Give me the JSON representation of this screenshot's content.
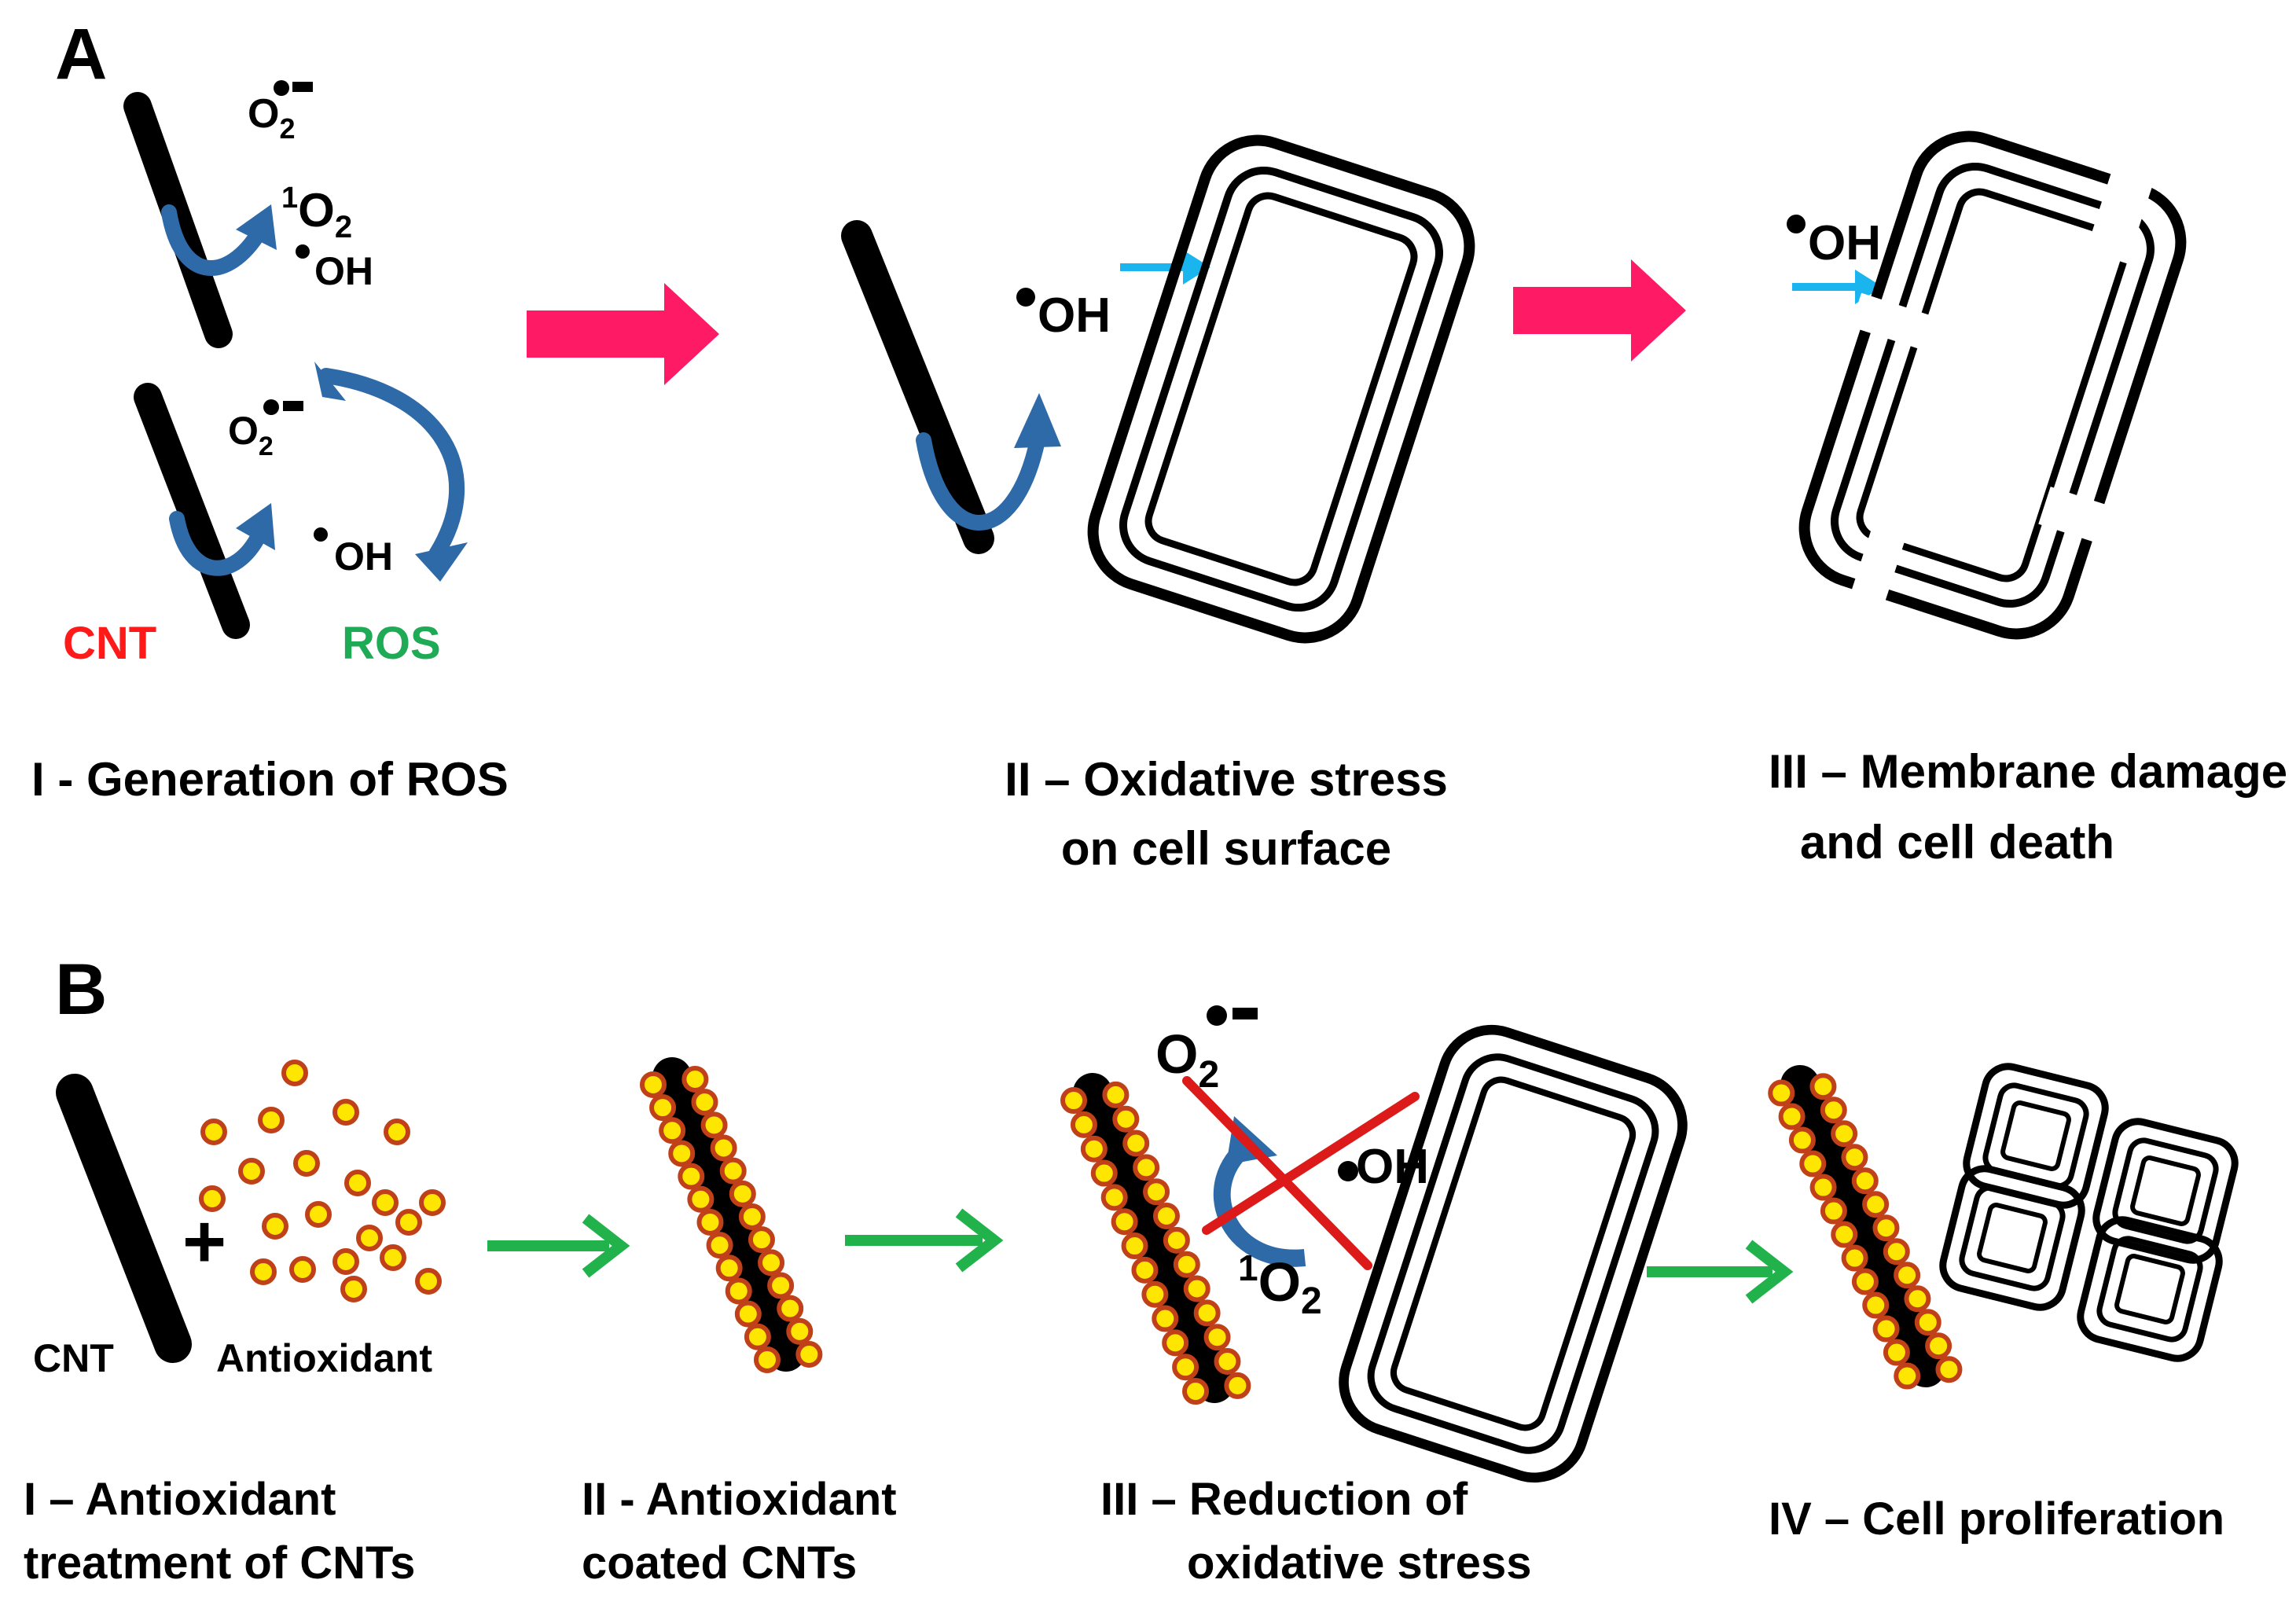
{
  "panel_a": {
    "letter": "A",
    "steps": [
      {
        "line1": "I - Generation of ROS",
        "line2": ""
      },
      {
        "line1": "II – Oxidative stress",
        "line2": "on cell surface"
      },
      {
        "line1": "III – Membrane damage",
        "line2": "and cell death"
      }
    ],
    "labels": {
      "cnt": "CNT",
      "ros": "ROS"
    },
    "species": {
      "O": "O",
      "sub2": "2",
      "sup1": "1",
      "OH": "OH",
      "minus": "–"
    }
  },
  "panel_b": {
    "letter": "B",
    "steps": [
      {
        "line1": "I – Antioxidant",
        "line2": "treatment of CNTs"
      },
      {
        "line1": "II - Antioxidant",
        "line2": "coated CNTs"
      },
      {
        "line1": "III – Reduction of",
        "line2": "oxidative stress"
      },
      {
        "line1": "IV – Cell proliferation",
        "line2": ""
      }
    ],
    "labels": {
      "cnt": "CNT",
      "antioxidant": "Antioxidant",
      "plus": "+"
    }
  },
  "colors": {
    "cnt_label": "#ff1a1a",
    "ros_label": "#1faa55",
    "big_arrow": "#ff1a66",
    "green_arrow": "#22b24c",
    "cyan_arrow": "#1ab4ee",
    "curved_arrow": "#2e6aa8",
    "cross": "#dd1a1a",
    "particle_fill": "#ffe600",
    "particle_ring": "#c0401a"
  }
}
